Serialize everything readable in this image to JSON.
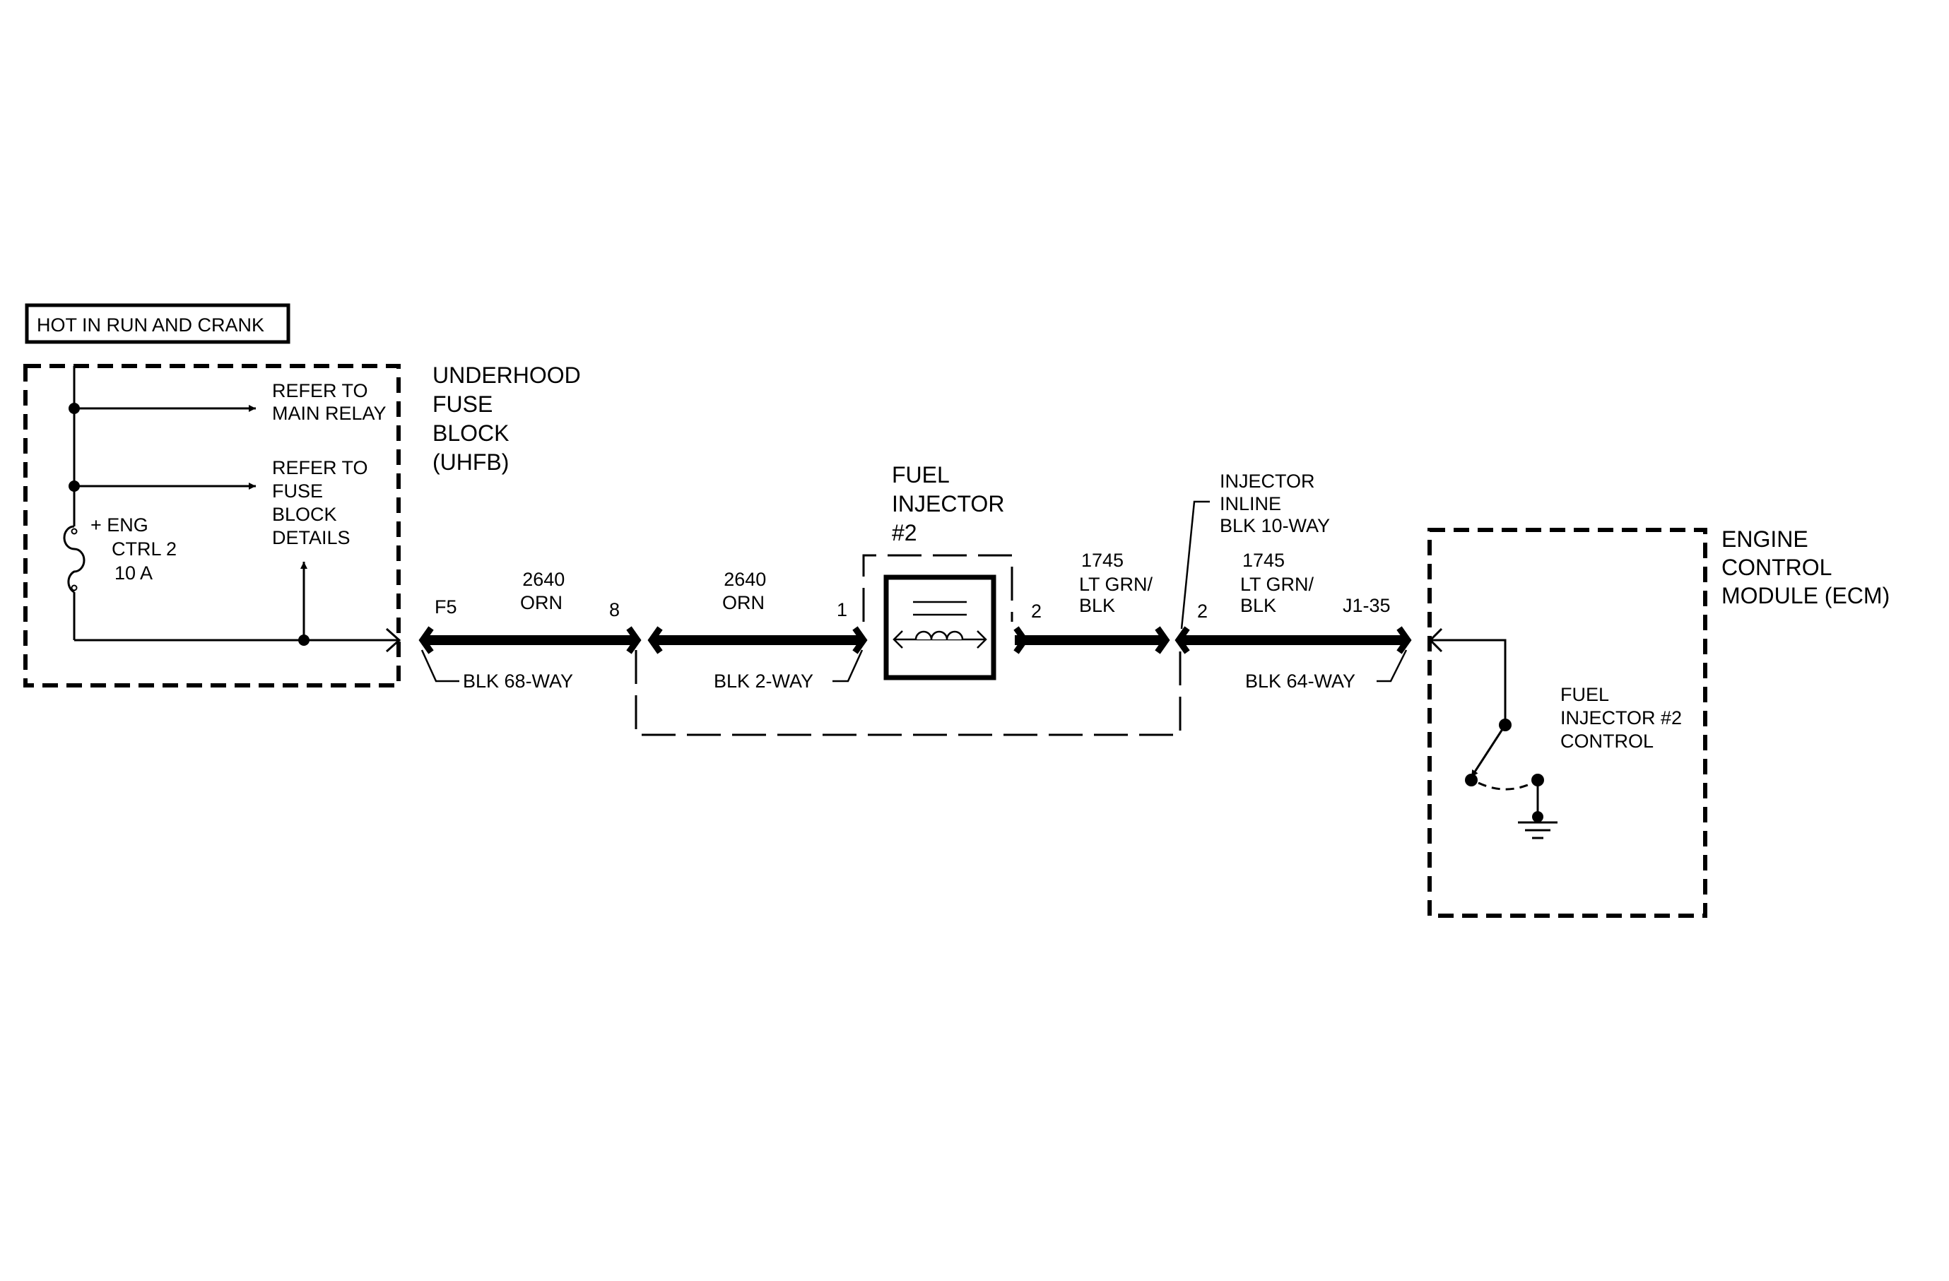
{
  "header": {
    "power_label": "HOT IN RUN AND CRANK"
  },
  "uhfb": {
    "name": [
      "UNDERHOOD",
      "FUSE",
      "BLOCK",
      "(UHFB)"
    ],
    "refer_main_relay": [
      "REFER TO",
      "MAIN RELAY"
    ],
    "refer_fuse_block": [
      "REFER TO",
      "FUSE",
      "BLOCK",
      "DETAILS"
    ],
    "fuse_label": [
      "+ ENG",
      "CTRL 2",
      "10 A"
    ],
    "pin": "F5",
    "connector": "BLK 68-WAY"
  },
  "wire_a": {
    "circuit": "2640",
    "color": "ORN",
    "pin_left": "8"
  },
  "wire_b": {
    "circuit": "2640",
    "color": "ORN",
    "pin_right": "1",
    "connector": "BLK 2-WAY"
  },
  "injector": {
    "name": [
      "FUEL",
      "INJECTOR",
      "#2"
    ],
    "pin_out": "2"
  },
  "wire_c": {
    "circuit": "1745",
    "color": [
      "LT GRN/",
      "BLK"
    ]
  },
  "inline_connector": {
    "name": [
      "INJECTOR",
      "INLINE",
      "BLK 10-WAY"
    ],
    "pin": "2"
  },
  "wire_d": {
    "circuit": "1745",
    "color": [
      "LT GRN/",
      "BLK"
    ],
    "pin_right": "J1-35",
    "connector": "BLK 64-WAY"
  },
  "ecm": {
    "name": [
      "ENGINE",
      "CONTROL",
      "MODULE (ECM)"
    ],
    "control_label": [
      "FUEL",
      "INJECTOR #2",
      "CONTROL"
    ]
  }
}
